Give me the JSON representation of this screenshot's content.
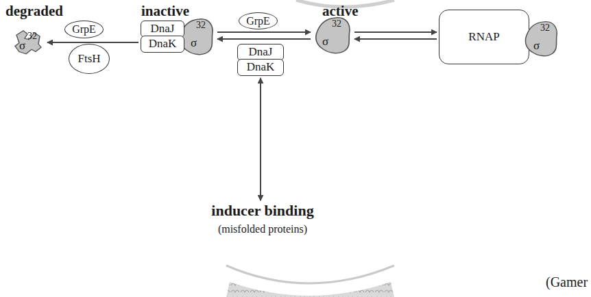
{
  "diagram": {
    "nodes": [
      {
        "text": [
          "σ",
          "32"
        ]
      },
      {
        "text": [
          "GrpE"
        ]
      },
      {
        "text": [
          "FtsH"
        ]
      },
      {
        "text": [
          "DnaJ"
        ]
      },
      {
        "text": [
          "DnaK"
        ]
      },
      {
        "text": [
          "σ",
          "32"
        ]
      },
      {
        "text": [
          "GrpE"
        ]
      },
      {
        "text": [
          "DnaJ"
        ]
      },
      {
        "text": [
          "DnaK"
        ]
      },
      {
        "text": [
          "σ",
          "32"
        ]
      },
      {
        "text": [
          "RNAP"
        ]
      },
      {
        "text": [
          "σ",
          "32"
        ]
      },
      {
        "text": [
          "inducer binding",
          "(misfolded proteins)"
        ]
      }
    ],
    "edges": [
      {
        "from": 4,
        "to": 0,
        "arrow": "to"
      },
      {
        "from": 5,
        "to": 9,
        "arrow": "to"
      },
      {
        "from": 9,
        "to": 5,
        "arrow": "to"
      },
      {
        "from": 9,
        "to": 10,
        "arrow": "to"
      },
      {
        "from": 10,
        "to": 9,
        "arrow": "to"
      },
      {
        "from": 8,
        "to": 12,
        "arrow": "both"
      }
    ],
    "labels": [
      "degraded",
      "inactive",
      "active",
      "(Gamer"
    ]
  }
}
